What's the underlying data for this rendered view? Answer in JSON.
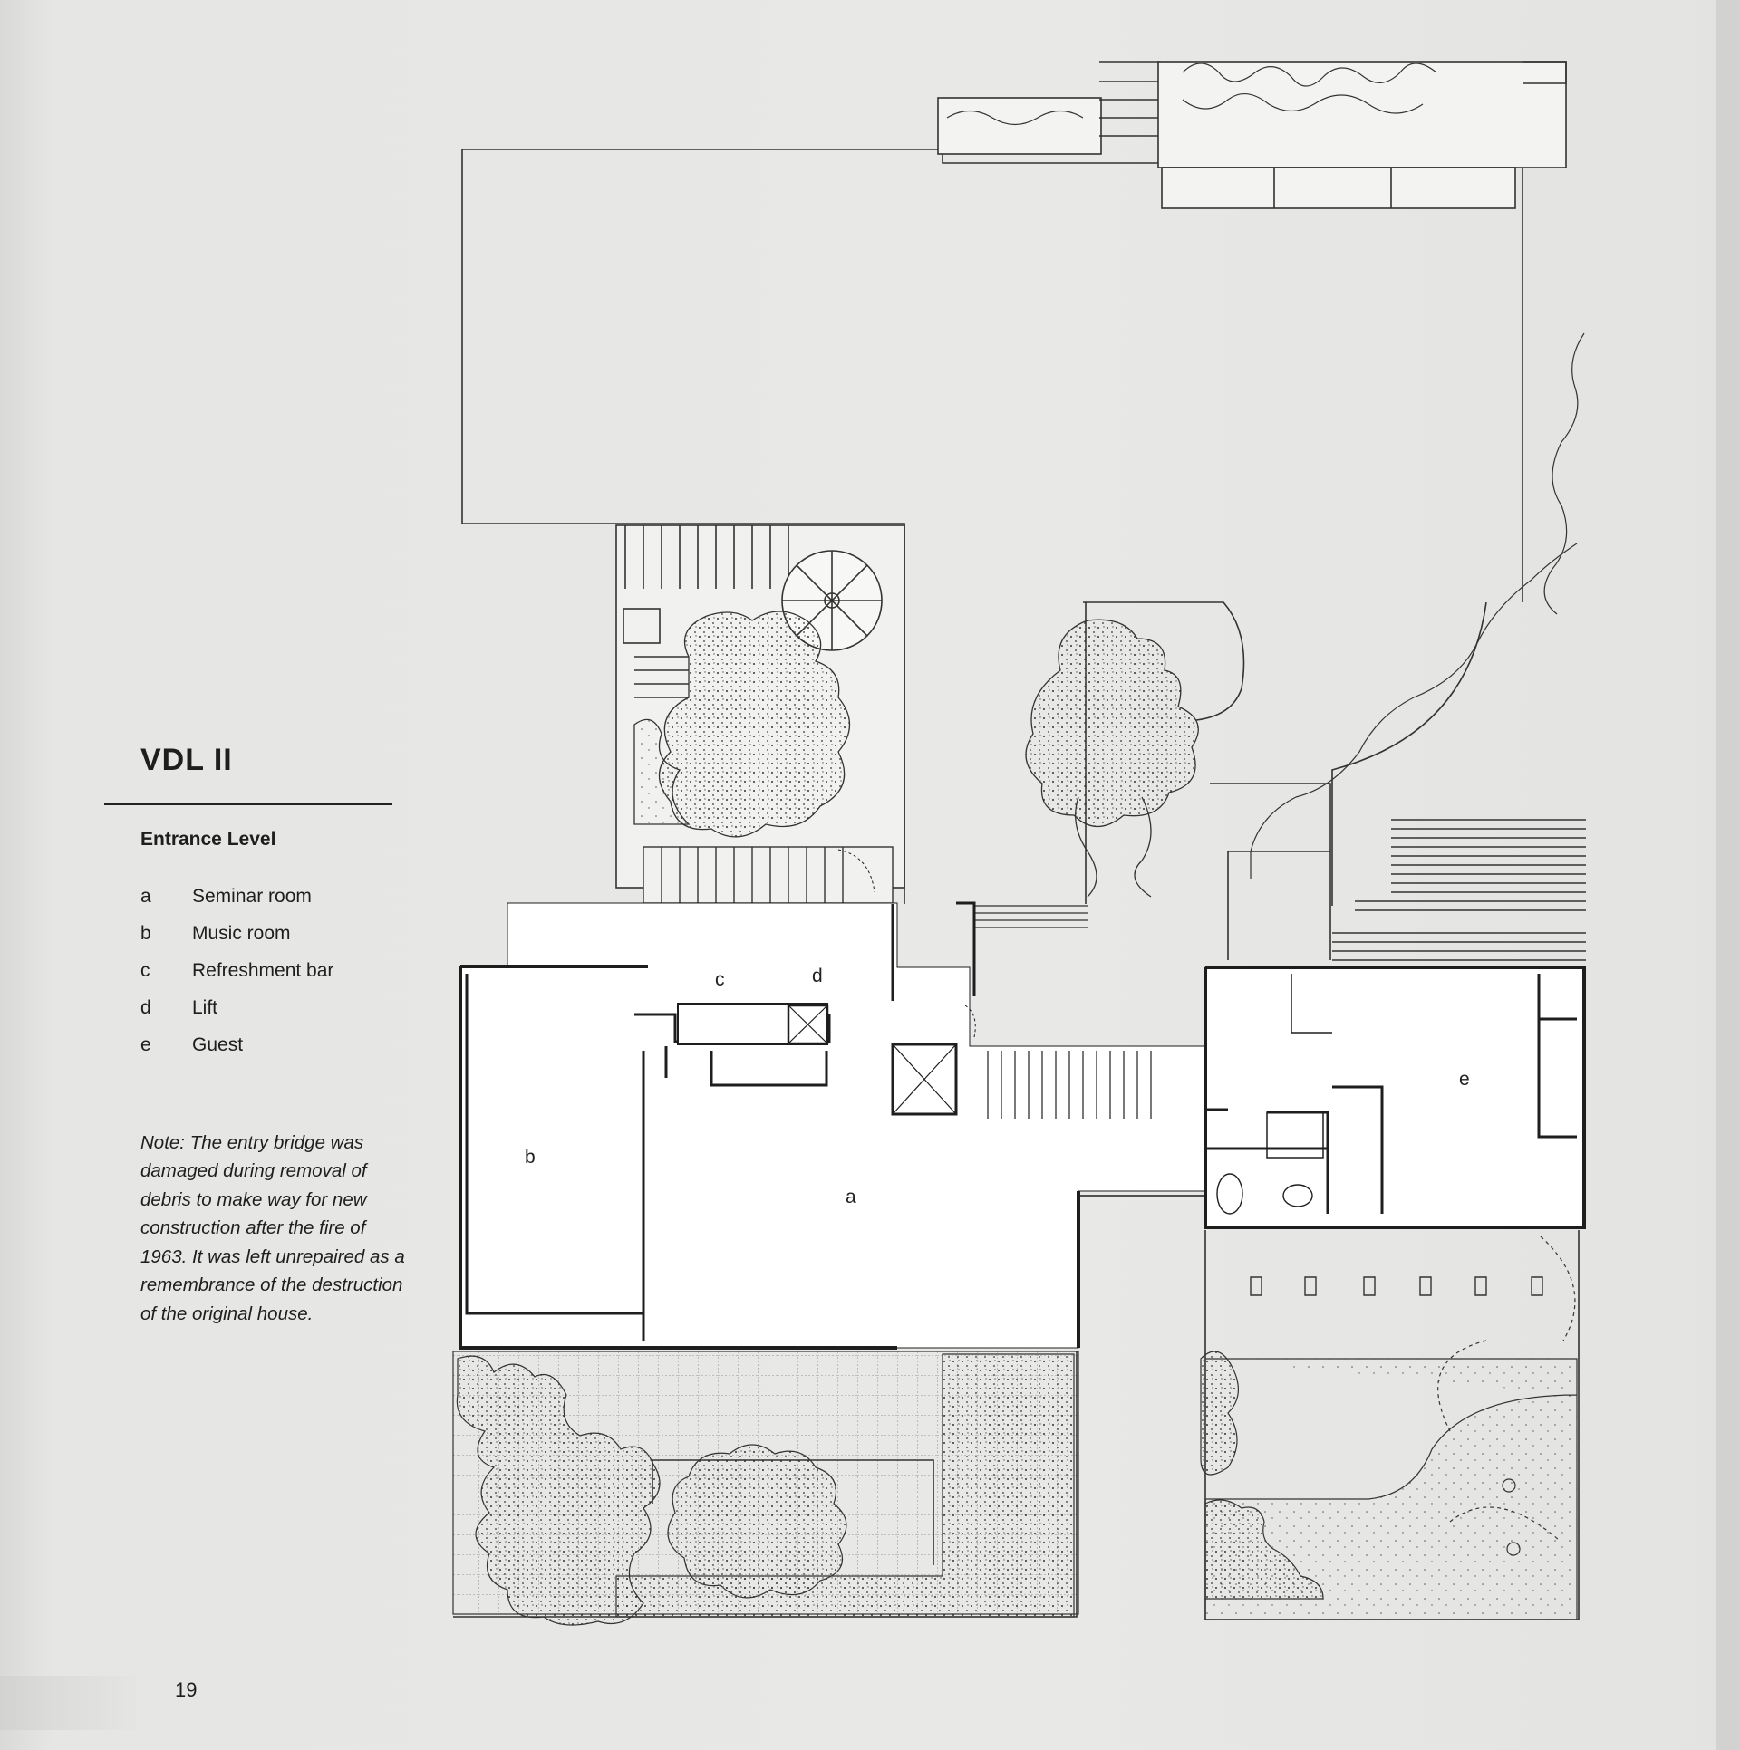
{
  "sidebar": {
    "title": "VDL II",
    "subtitle": "Entrance Level",
    "legend": [
      {
        "key": "a",
        "label": "Seminar room"
      },
      {
        "key": "b",
        "label": "Music room"
      },
      {
        "key": "c",
        "label": "Refreshment bar"
      },
      {
        "key": "d",
        "label": "Lift"
      },
      {
        "key": "e",
        "label": "Guest"
      }
    ],
    "note": "Note: The entry bridge was damaged during removal of debris to make way for new construction after the fire of 1963. It was left unrepaired as a remembrance of the destruction of the original house."
  },
  "plan": {
    "labels": {
      "a": "a",
      "b": "b",
      "c": "c",
      "d": "d",
      "e": "e"
    }
  },
  "page_number": "19"
}
